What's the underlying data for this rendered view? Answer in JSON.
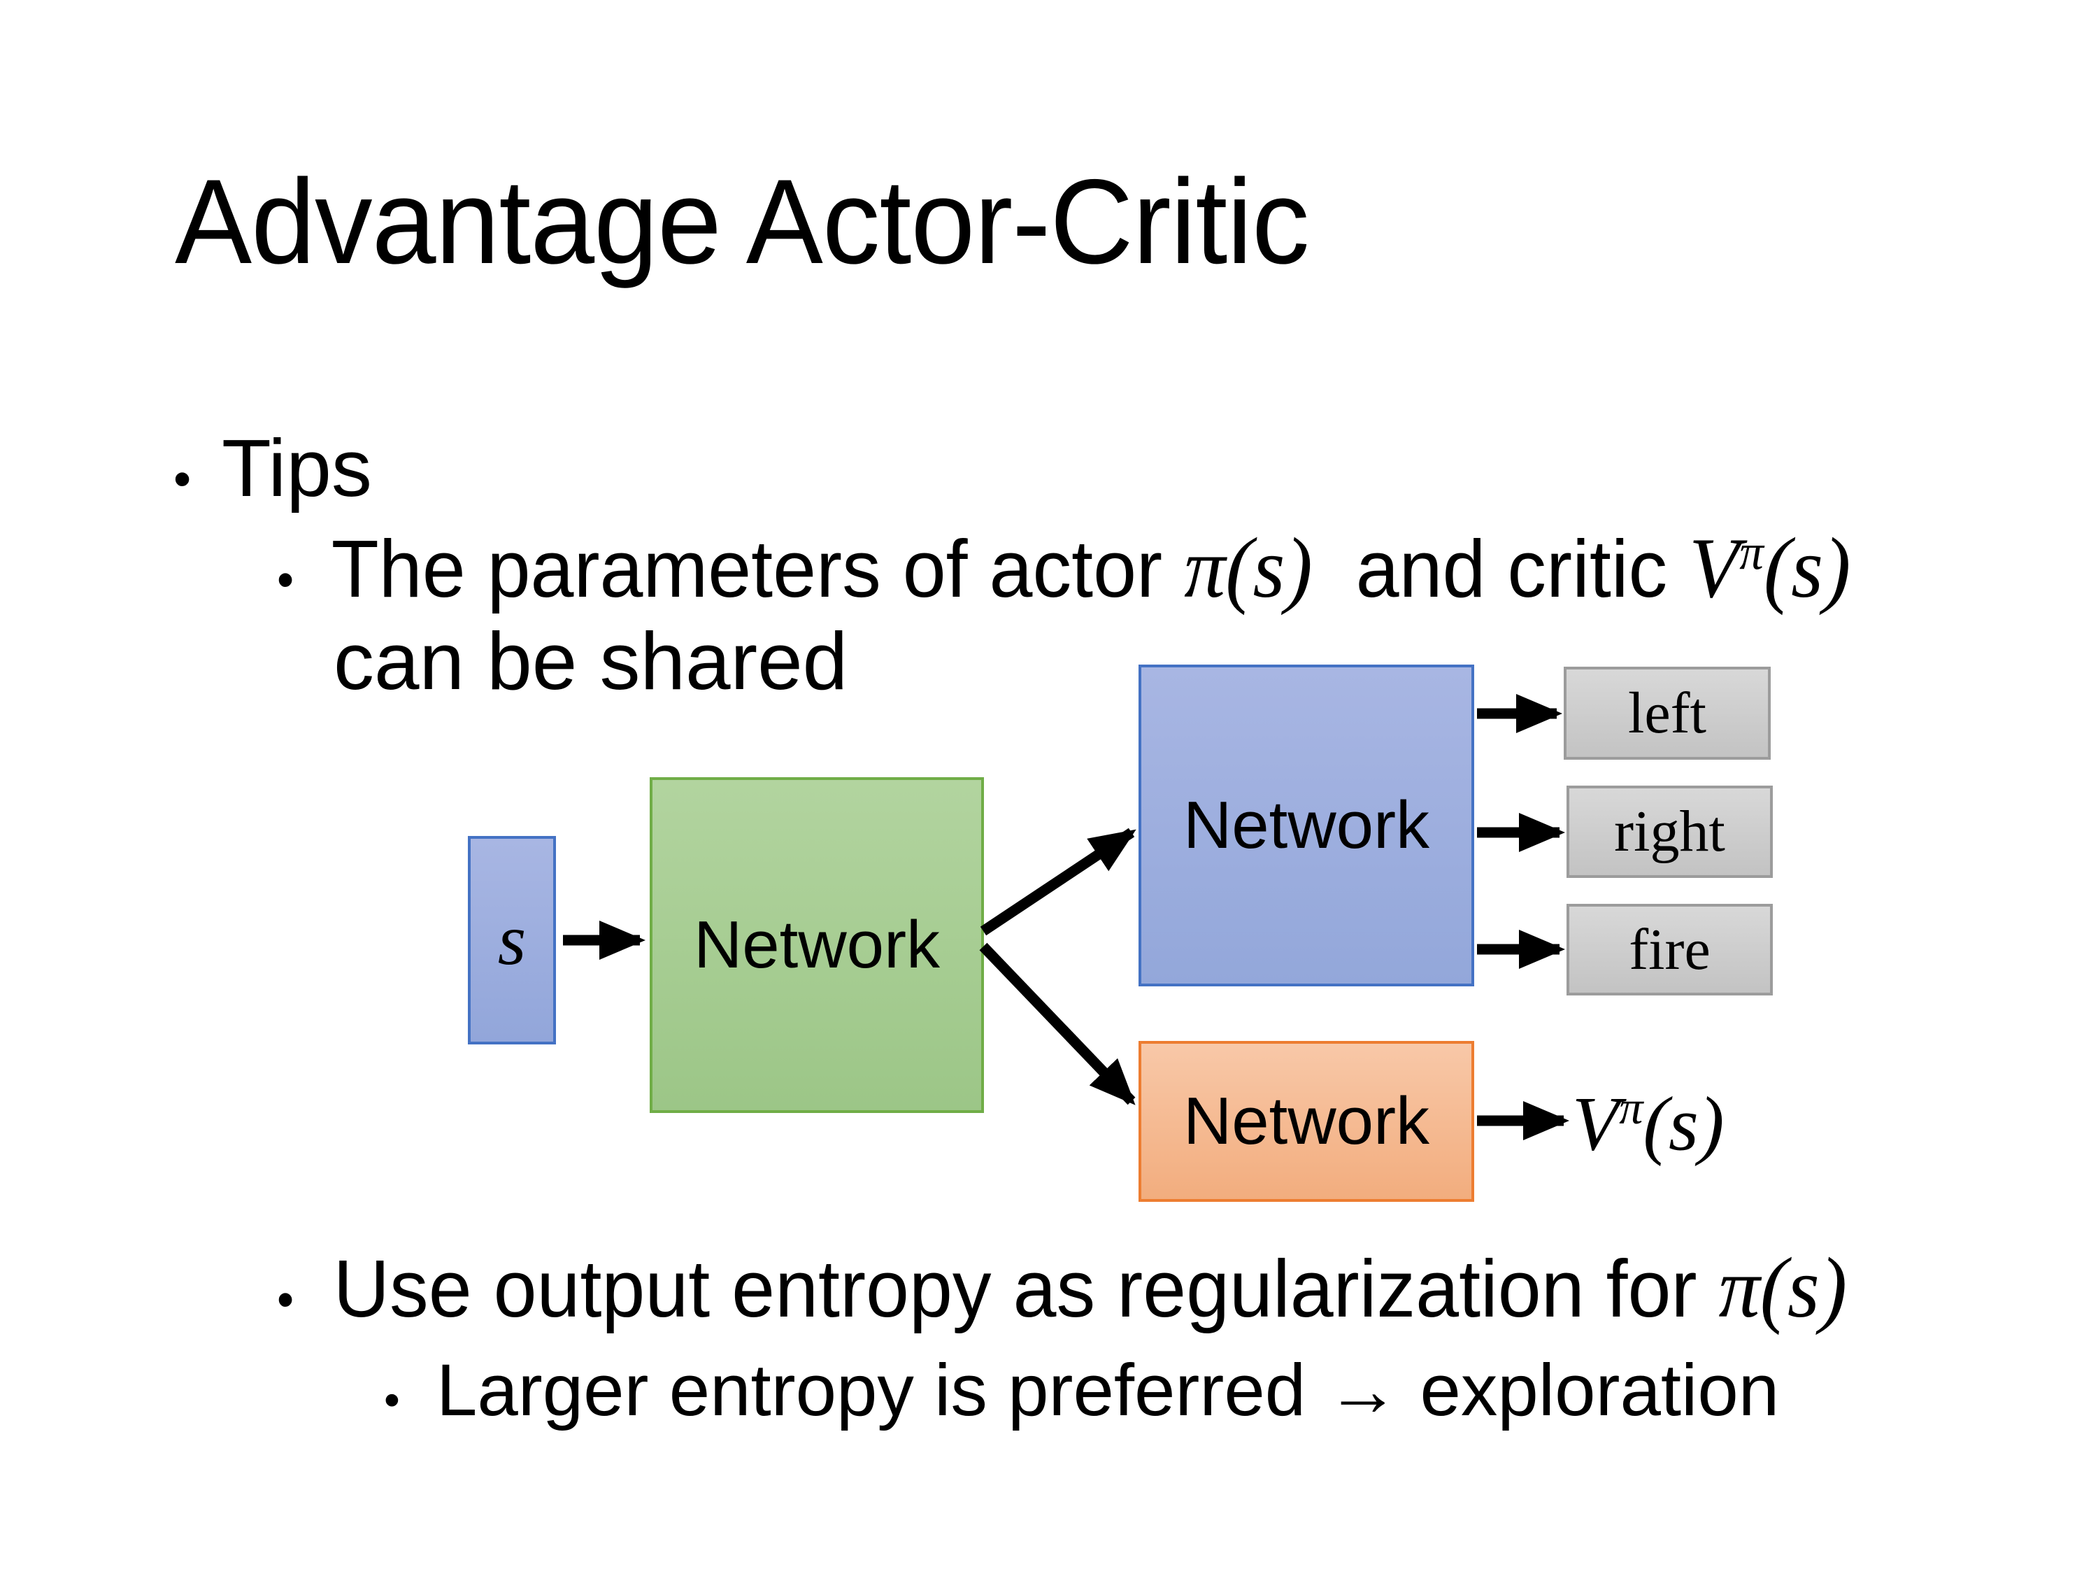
{
  "slide": {
    "title": "Advantage Actor-Critic",
    "bullet_char": "•",
    "lines": {
      "tips": [
        {
          "style": "t",
          "text": "Tips"
        }
      ],
      "params_1": [
        {
          "style": "t",
          "text": "The parameters of actor "
        },
        {
          "style": "m",
          "text": "π(s)"
        },
        {
          "style": "t",
          "text": "  and critic "
        },
        {
          "style": "m",
          "text": "V"
        },
        {
          "style": "sup",
          "text": "π"
        },
        {
          "style": "m",
          "text": "(s)"
        }
      ],
      "params_2": [
        {
          "style": "t",
          "text": "can be shared"
        }
      ],
      "entropy": [
        {
          "style": "t",
          "text": "Use output entropy as regularization for "
        },
        {
          "style": "m",
          "text": "π(s)"
        }
      ],
      "exploration": [
        {
          "style": "t",
          "text": "Larger entropy is preferred → exploration"
        }
      ]
    },
    "diagram": {
      "input_label": "s",
      "shared_network_label": "Network",
      "actor_network_label": "Network",
      "critic_network_label": "Network",
      "action_labels": [
        "left",
        "right",
        "fire"
      ],
      "critic_output_segments": [
        {
          "style": "m",
          "text": "V"
        },
        {
          "style": "sup",
          "text": "π"
        },
        {
          "style": "m",
          "text": "(s)"
        }
      ],
      "colors": {
        "input_fill_top": "#a8b6e3",
        "input_fill_bottom": "#92a6da",
        "shared_fill_top": "#b2d49f",
        "shared_fill_bottom": "#9cc687",
        "actor_fill_top": "#a8b6e3",
        "actor_fill_bottom": "#93a7da",
        "critic_fill_top": "#f8c8a8",
        "critic_fill_bottom": "#f2ad7e",
        "action_fill_top": "#d8d8d8",
        "action_fill_bottom": "#c3c3c3",
        "blue_border": "#4472c4",
        "green_border": "#70ad47",
        "orange_border": "#ed7d31",
        "gray_border": "#9c9c9c",
        "arrow": "#000000",
        "text": "#000000"
      }
    }
  }
}
